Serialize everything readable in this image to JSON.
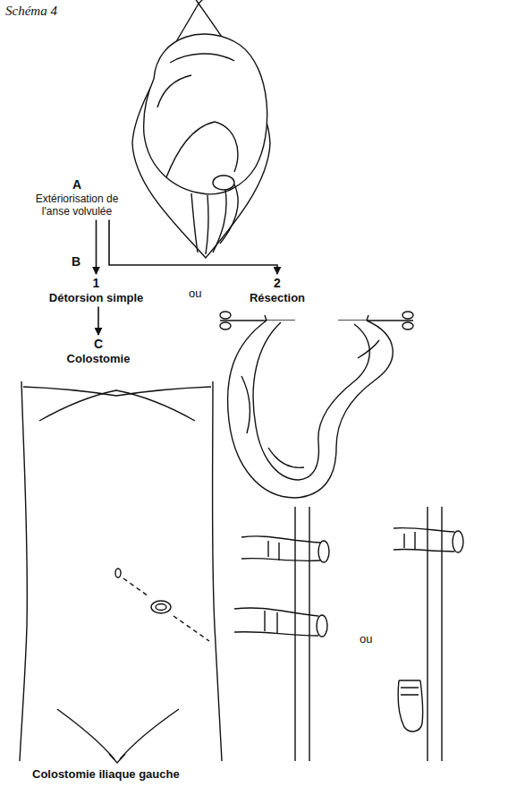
{
  "diagram": {
    "title": "Schéma 4",
    "nodes": [
      {
        "text": [
          "A",
          "Extériorisation de l'anse volvulée"
        ]
      },
      {
        "text": [
          "1",
          "Détorsion simple"
        ]
      },
      {
        "text": [
          "2",
          "Résection"
        ]
      },
      {
        "text": [
          "C",
          "Colostomie"
        ]
      }
    ],
    "edges": [
      {
        "from": 0,
        "to": 1,
        "arrow": "to"
      },
      {
        "from": 0,
        "to": 2,
        "arrow": "to"
      },
      {
        "from": 1,
        "to": 3,
        "arrow": "to"
      }
    ],
    "labels": [
      "B",
      "ou",
      "ou",
      "Colostomie iliaque gauche"
    ]
  }
}
